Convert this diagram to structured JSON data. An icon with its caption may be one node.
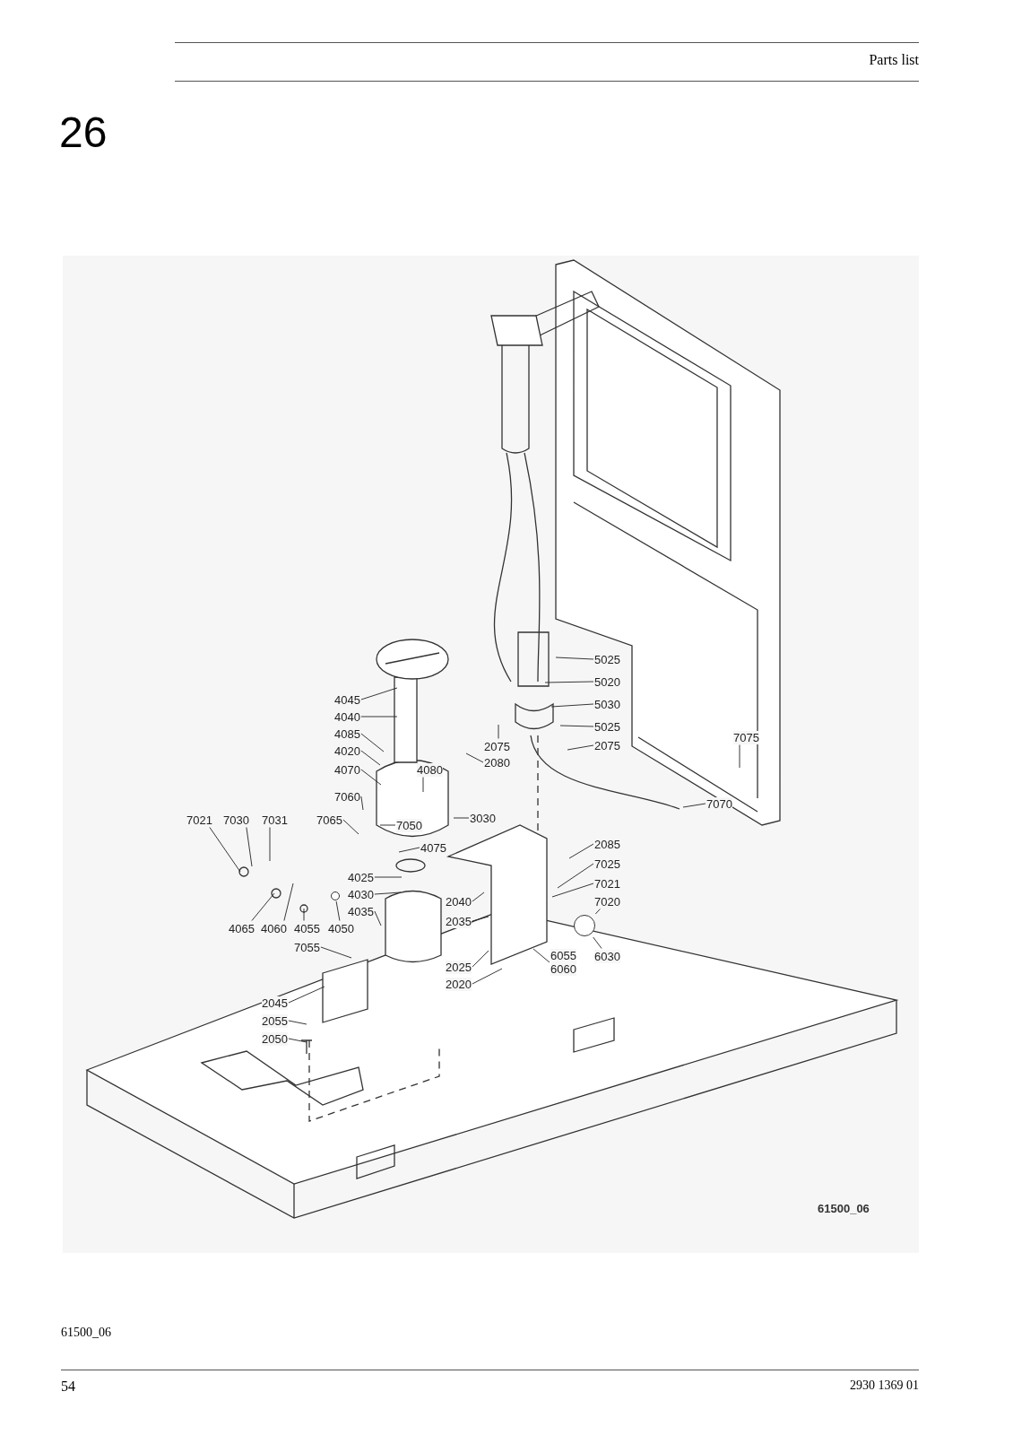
{
  "diagram": {
    "nodes": [
      {
        "text": [
          "5025"
        ]
      },
      {
        "text": [
          "5020"
        ]
      },
      {
        "text": [
          "4045"
        ]
      },
      {
        "text": [
          "5030"
        ]
      },
      {
        "text": [
          "4040"
        ]
      },
      {
        "text": [
          "5025"
        ]
      },
      {
        "text": [
          "4085"
        ]
      },
      {
        "text": [
          "2075"
        ]
      },
      {
        "text": [
          "2075"
        ]
      },
      {
        "text": [
          "4020"
        ]
      },
      {
        "text": [
          "2080"
        ]
      },
      {
        "text": [
          "4080"
        ]
      },
      {
        "text": [
          "4070"
        ]
      },
      {
        "text": [
          "7075"
        ]
      },
      {
        "text": [
          "7060"
        ]
      },
      {
        "text": [
          "7070"
        ]
      },
      {
        "text": [
          "3030"
        ]
      },
      {
        "text": [
          "7021"
        ]
      },
      {
        "text": [
          "7030"
        ]
      },
      {
        "text": [
          "7031"
        ]
      },
      {
        "text": [
          "7065"
        ]
      },
      {
        "text": [
          "7050"
        ]
      },
      {
        "text": [
          "2085"
        ]
      },
      {
        "text": [
          "4075"
        ]
      },
      {
        "text": [
          "7025"
        ]
      },
      {
        "text": [
          "4025"
        ]
      },
      {
        "text": [
          "7021"
        ]
      },
      {
        "text": [
          "4030"
        ]
      },
      {
        "text": [
          "7020"
        ]
      },
      {
        "text": [
          "2040"
        ]
      },
      {
        "text": [
          "4035"
        ]
      },
      {
        "text": [
          "4065"
        ]
      },
      {
        "text": [
          "4060"
        ]
      },
      {
        "text": [
          "4055"
        ]
      },
      {
        "text": [
          "4050"
        ]
      },
      {
        "text": [
          "2035"
        ]
      },
      {
        "text": [
          "7055"
        ]
      },
      {
        "text": [
          "6030"
        ]
      },
      {
        "text": [
          "6055",
          "6060"
        ]
      },
      {
        "text": [
          "2025"
        ]
      },
      {
        "text": [
          "2020"
        ]
      },
      {
        "text": [
          "2045"
        ]
      },
      {
        "text": [
          "2055"
        ]
      },
      {
        "text": [
          "2050"
        ]
      },
      {
        "text": [],
        "shape": "circle"
      },
      {
        "text": [],
        "shape": "circle"
      }
    ],
    "edges": [
      {
        "from": 0,
        "to": null,
        "arrow": "none"
      },
      {
        "from": 1,
        "to": null,
        "arrow": "none"
      },
      {
        "from": 2,
        "to": null,
        "arrow": "none"
      },
      {
        "from": 3,
        "to": null,
        "arrow": "none"
      },
      {
        "from": 4,
        "to": null,
        "arrow": "none"
      },
      {
        "from": 5,
        "to": null,
        "arrow": "none"
      },
      {
        "from": 6,
        "to": null,
        "arrow": "none"
      },
      {
        "from": 7,
        "to": null,
        "arrow": "none"
      },
      {
        "from": 8,
        "to": null,
        "arrow": "none"
      },
      {
        "from": 9,
        "to": null,
        "arrow": "none"
      },
      {
        "from": 10,
        "to": null,
        "arrow": "none"
      },
      {
        "from": 11,
        "to": null,
        "arrow": "none"
      },
      {
        "from": 12,
        "to": null,
        "arrow": "none"
      },
      {
        "from": 13,
        "to": null,
        "arrow": "none"
      },
      {
        "from": 14,
        "to": null,
        "arrow": "none"
      },
      {
        "from": 15,
        "to": null,
        "arrow": "none"
      },
      {
        "from": 16,
        "to": null,
        "arrow": "none"
      },
      {
        "from": 17,
        "to": null,
        "arrow": "none"
      },
      {
        "from": 18,
        "to": null,
        "arrow": "none"
      },
      {
        "from": 19,
        "to": null,
        "arrow": "none"
      },
      {
        "from": 20,
        "to": null,
        "arrow": "none"
      },
      {
        "from": 21,
        "to": null,
        "arrow": "none"
      },
      {
        "from": 22,
        "to": null,
        "arrow": "none"
      },
      {
        "from": 23,
        "to": null,
        "arrow": "none"
      },
      {
        "from": 24,
        "to": null,
        "arrow": "none"
      },
      {
        "from": 25,
        "to": null,
        "arrow": "none"
      },
      {
        "from": 26,
        "to": null,
        "arrow": "none"
      },
      {
        "from": 27,
        "to": null,
        "arrow": "none"
      },
      {
        "from": 28,
        "to": 44,
        "arrow": "none"
      },
      {
        "from": 29,
        "to": null,
        "arrow": "none"
      },
      {
        "from": 30,
        "to": null,
        "arrow": "none"
      },
      {
        "from": 31,
        "to": null,
        "arrow": "none"
      },
      {
        "from": 32,
        "to": null,
        "arrow": "none"
      },
      {
        "from": 33,
        "to": null,
        "arrow": "none"
      },
      {
        "from": 34,
        "to": 45,
        "arrow": "none"
      },
      {
        "from": 35,
        "to": null,
        "arrow": "none"
      },
      {
        "from": 36,
        "to": null,
        "arrow": "none"
      },
      {
        "from": 37,
        "to": 44,
        "arrow": "none"
      },
      {
        "from": 38,
        "to": null,
        "arrow": "none"
      },
      {
        "from": 39,
        "to": null,
        "arrow": "none"
      },
      {
        "from": 40,
        "to": null,
        "arrow": "none"
      },
      {
        "from": 41,
        "to": null,
        "arrow": "none"
      },
      {
        "from": 42,
        "to": null,
        "arrow": "none"
      },
      {
        "from": 43,
        "to": null,
        "arrow": "none"
      }
    ],
    "labels": [
      "Parts list",
      "26",
      "61500_06",
      "61500_06",
      "54",
      "2930 1369 01"
    ]
  }
}
